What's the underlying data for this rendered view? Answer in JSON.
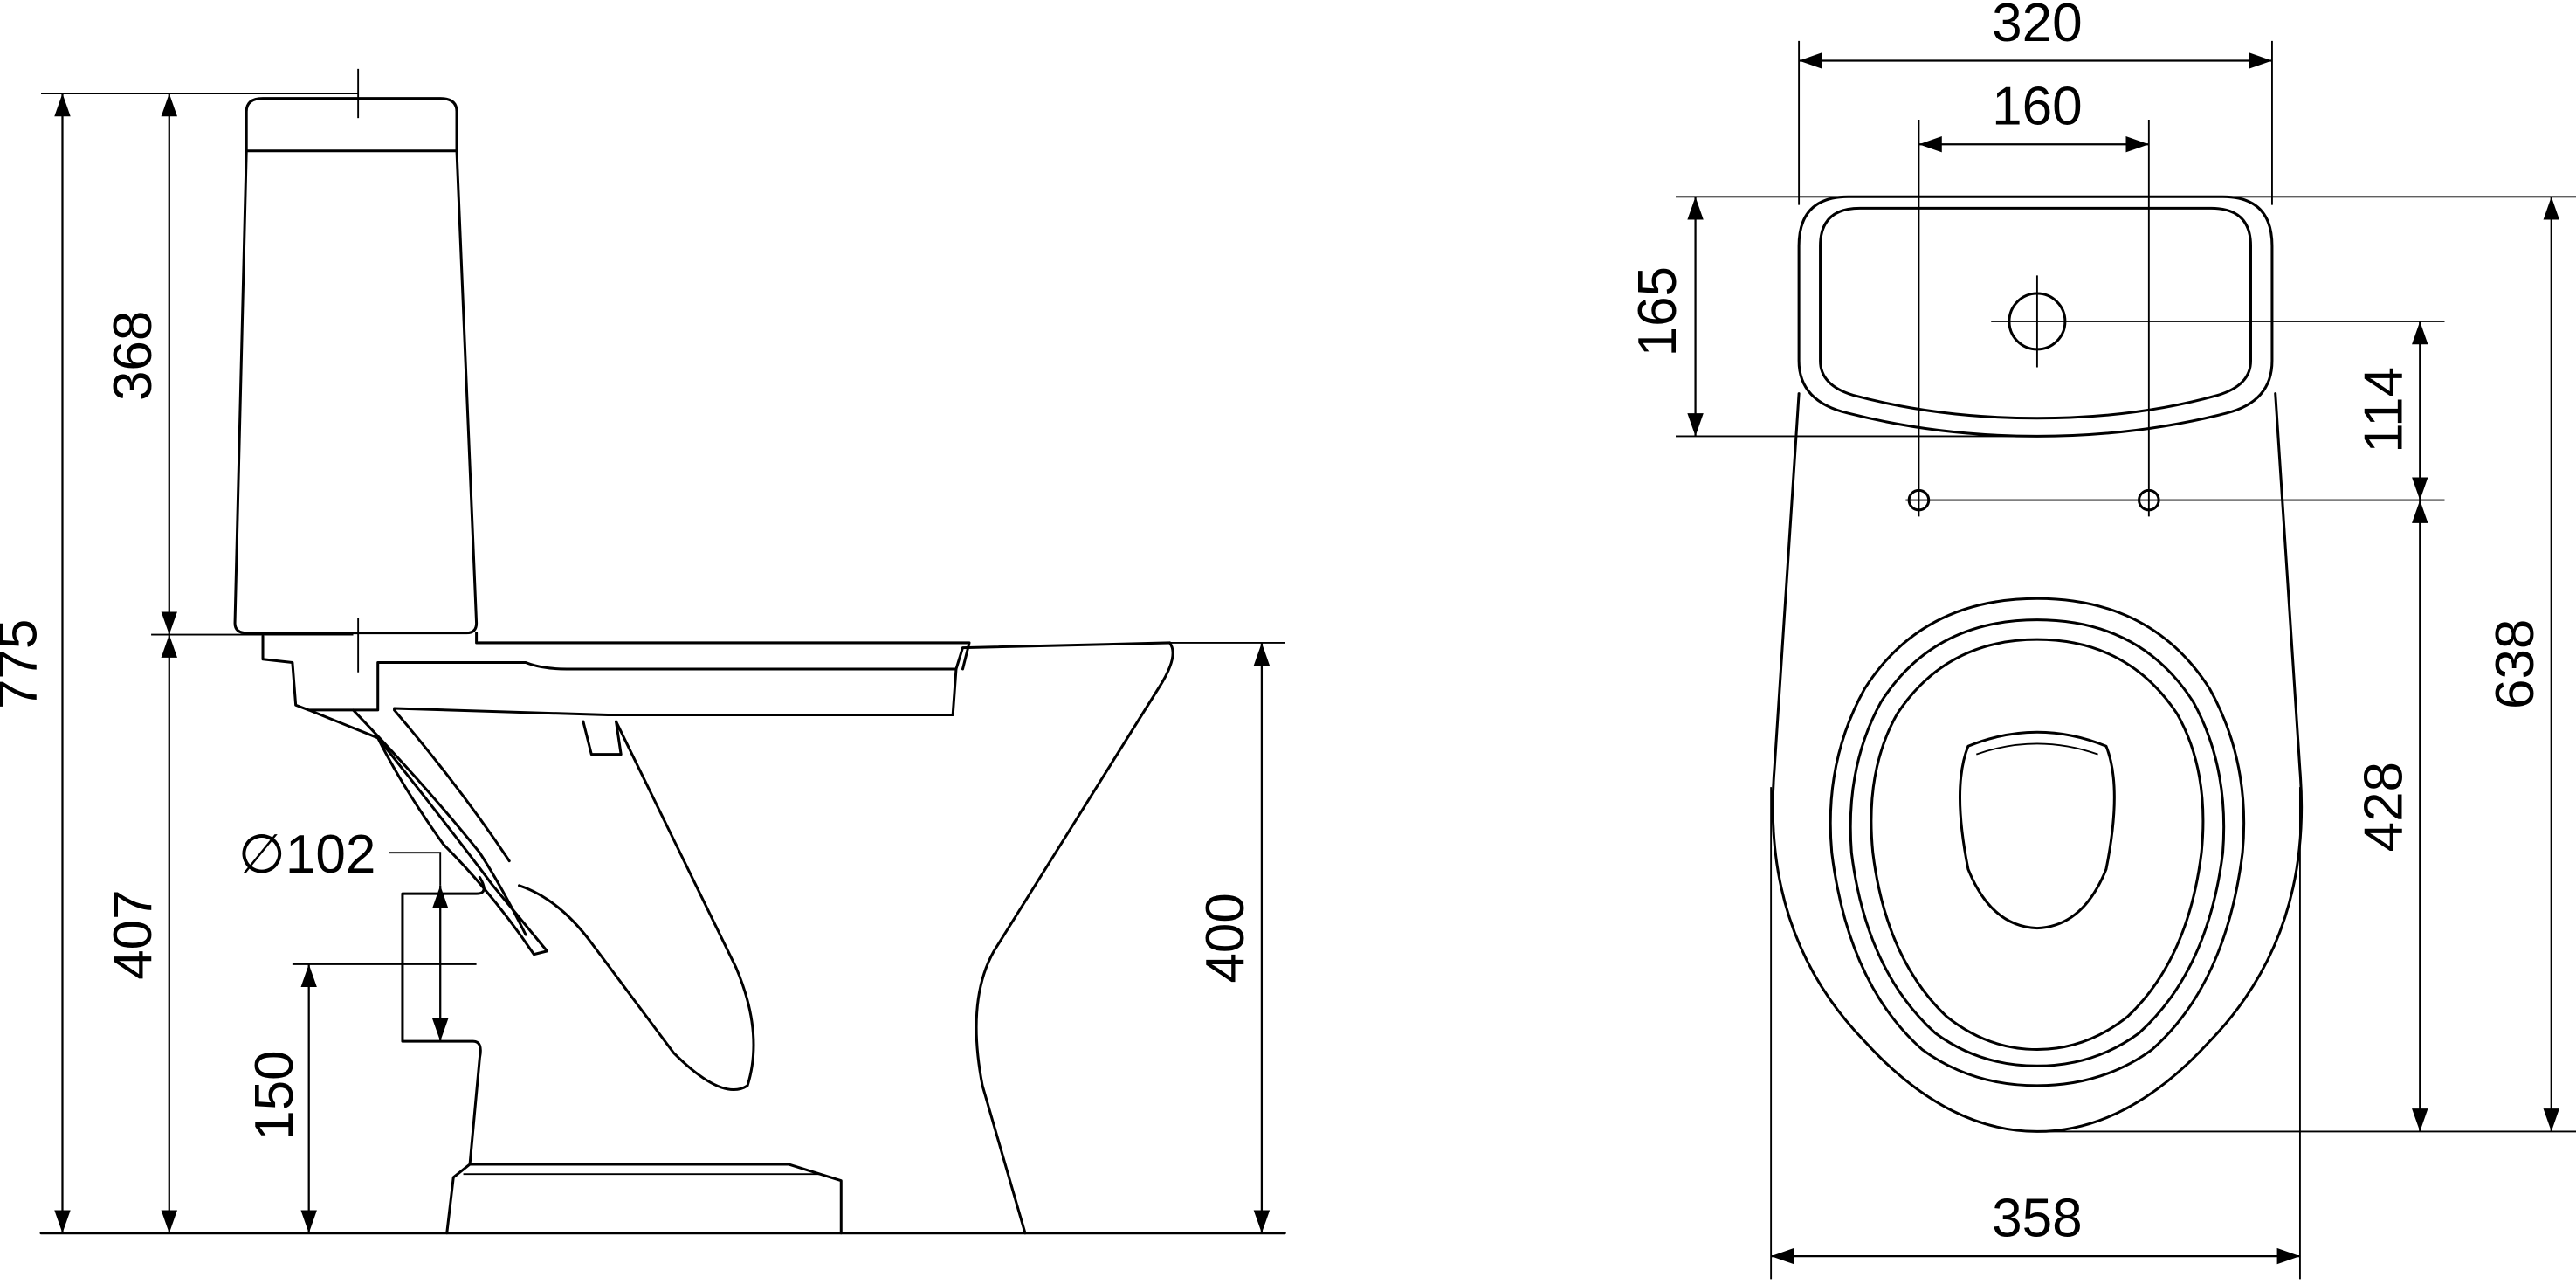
{
  "side_view": {
    "total_height": "775",
    "tank_height": "368",
    "bowl_height_to_tank": "407",
    "outlet_height": "150",
    "rim_height": "400",
    "outlet_diameter": "∅102"
  },
  "top_view": {
    "tank_width": "320",
    "fixing_hole_spacing": "160",
    "tank_depth": "165",
    "hole_to_fixing": "114",
    "fixing_to_front": "428",
    "total_depth": "638",
    "bowl_width": "358"
  }
}
